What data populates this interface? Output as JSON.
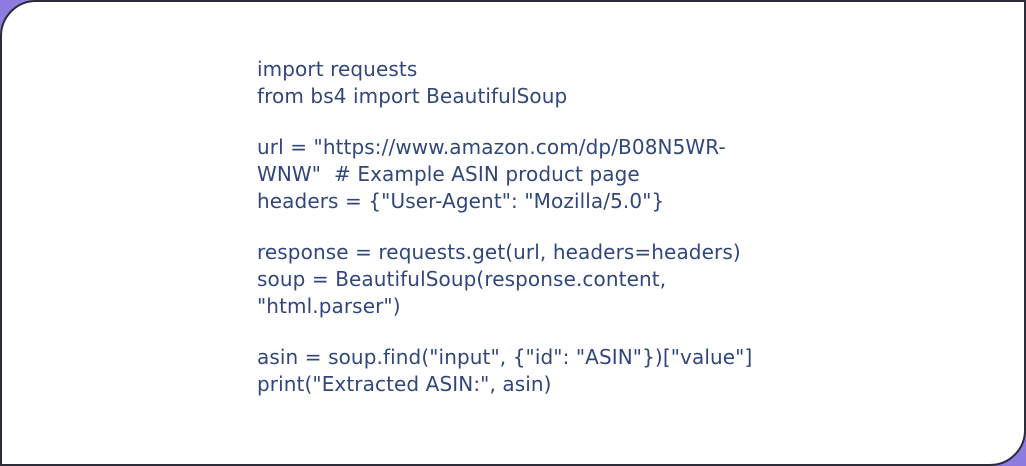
{
  "colors": {
    "background": "#8e7ce0",
    "card_bg": "#ffffff",
    "card_border": "#2c2c38",
    "code_text": "#31477b"
  },
  "code": {
    "language": "python",
    "paragraphs": [
      [
        "import requests",
        "from bs4 import BeautifulSoup"
      ],
      [
        "url = \"https://www.amazon.com/dp/B08N5WR-",
        "WNW\"  # Example ASIN product page",
        "headers = {\"User-Agent\": \"Mozilla/5.0\"}"
      ],
      [
        "response = requests.get(url, headers=headers)",
        "soup = BeautifulSoup(response.content,",
        "\"html.parser\")"
      ],
      [
        "asin = soup.find(\"input\", {\"id\": \"ASIN\"})[\"value\"]",
        "print(\"Extracted ASIN:\", asin)"
      ]
    ]
  }
}
